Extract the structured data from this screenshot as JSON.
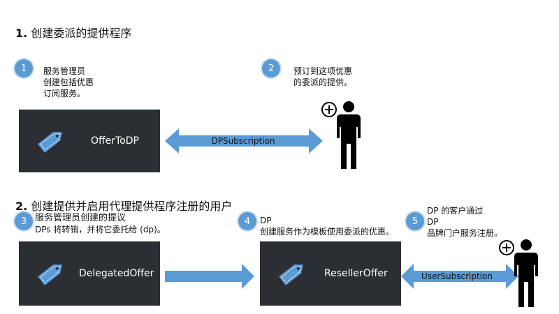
{
  "section1": {
    "number": "1.",
    "title": "创建委派的提供程序",
    "steps": [
      {
        "num": "1",
        "lines": [
          "服务管理员",
          "创建包括优惠",
          "订阅服务。"
        ]
      },
      {
        "num": "2",
        "lines": [
          "预订到这项优惠",
          "的委派的提供。"
        ]
      }
    ],
    "box": {
      "label": "OfferToDP"
    },
    "arrow_label": "DPSubscription"
  },
  "section2": {
    "number": "2.",
    "title": "创建提供并启用代理提供程序注册的用户",
    "steps": [
      {
        "num": "3",
        "lines": [
          "服务管理员创建的提议",
          "DPs 将转销，并将它委托给 (dp)。"
        ]
      },
      {
        "num": "4",
        "lines": [
          "DP",
          "创建服务作为模板使用委派的优惠。"
        ]
      },
      {
        "num": "5",
        "lines": [
          "DP 的客户通过",
          "DP",
          "品牌门户服务注册。"
        ]
      }
    ],
    "boxes": [
      {
        "label": "DelegatedOffer"
      },
      {
        "label": "ResellerOffer"
      }
    ],
    "arrow_label": "UserSubscription"
  },
  "colors": {
    "box_bg": "#2b2f33",
    "arrow": "#5b9bd5",
    "circle": "#5b9bd5",
    "tag_icon": "#5b9bd5"
  }
}
